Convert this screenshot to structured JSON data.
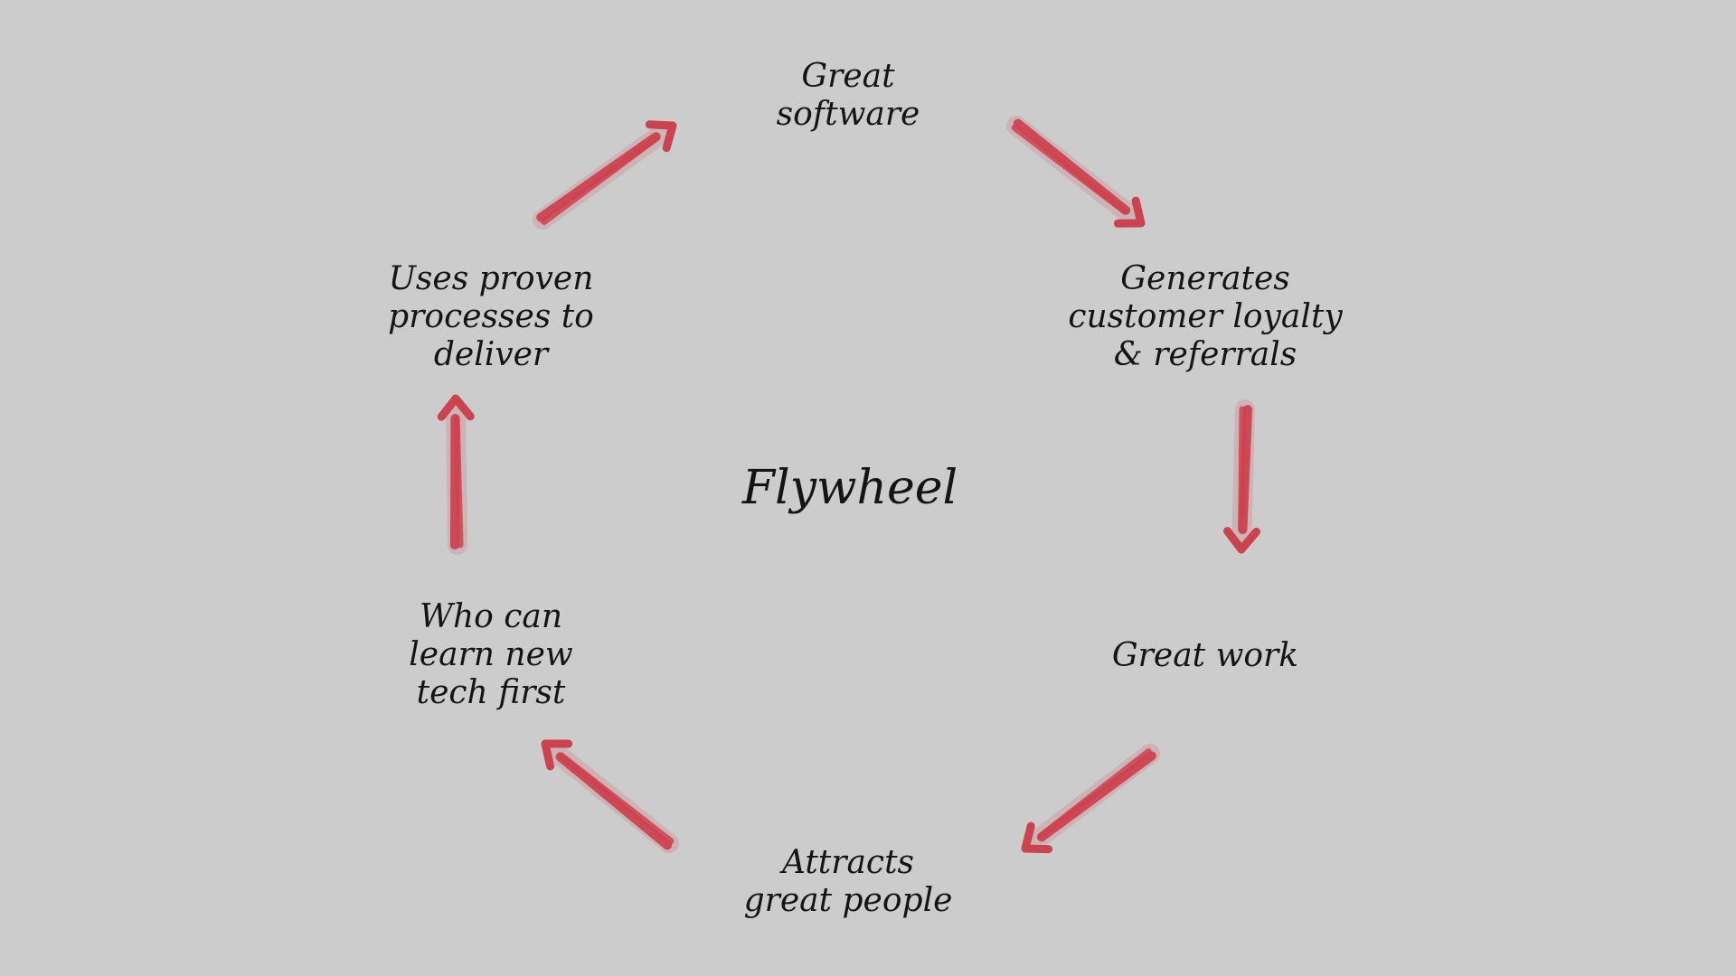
{
  "diagram": {
    "center": "Flywheel",
    "arrow_color": "#cc4350",
    "background": "#cccccc",
    "nodes": [
      {
        "id": "great-software",
        "text": "Great\nsoftware"
      },
      {
        "id": "customer-loyalty",
        "text": "Generates\ncustomer loyalty\n& referrals"
      },
      {
        "id": "great-work",
        "text": "Great work"
      },
      {
        "id": "great-people",
        "text": "Attracts\ngreat people"
      },
      {
        "id": "learn-new-tech",
        "text": "Who can\nlearn new\ntech first"
      },
      {
        "id": "proven-processes",
        "text": "Uses proven\nprocesses to\ndeliver"
      }
    ],
    "edges": [
      {
        "from": "great-software",
        "to": "customer-loyalty"
      },
      {
        "from": "customer-loyalty",
        "to": "great-work"
      },
      {
        "from": "great-work",
        "to": "great-people"
      },
      {
        "from": "great-people",
        "to": "learn-new-tech"
      },
      {
        "from": "learn-new-tech",
        "to": "proven-processes"
      },
      {
        "from": "proven-processes",
        "to": "great-software"
      }
    ]
  }
}
